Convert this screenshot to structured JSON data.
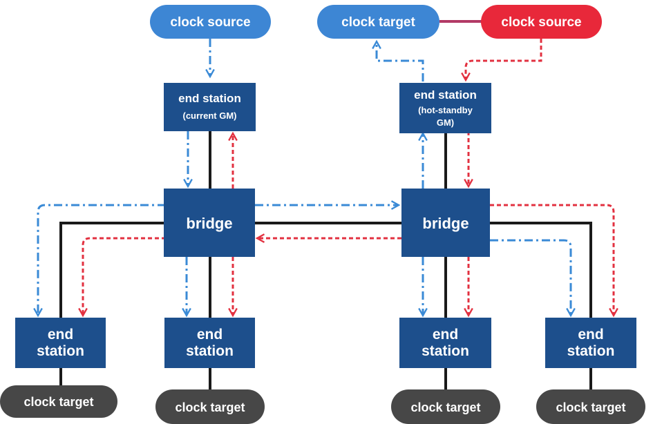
{
  "colors": {
    "box": "#1d4f8c",
    "blue_pill": "#3d86d4",
    "red_pill": "#e8283a",
    "gray_pill": "#474747",
    "blue_arrow": "#3a8ad6",
    "red_arrow": "#e23140",
    "line": "#1a1a1a"
  },
  "clock_sources": [
    {
      "id": "src-left",
      "label": "clock source",
      "color": "blue"
    },
    {
      "id": "src-right",
      "label": "clock source",
      "color": "red"
    }
  ],
  "top_clock_target": {
    "label": "clock target",
    "color": "blue"
  },
  "end_stations_top": [
    {
      "id": "gm-current",
      "title": "end station",
      "subtitle": "(current GM)"
    },
    {
      "id": "gm-standby",
      "title": "end station",
      "subtitle_lines": [
        "(hot-standby",
        "GM)"
      ]
    }
  ],
  "bridges": [
    {
      "id": "bridge-left",
      "label": "bridge"
    },
    {
      "id": "bridge-right",
      "label": "bridge"
    }
  ],
  "end_stations_bottom": [
    {
      "id": "es-1",
      "lines": [
        "end",
        "station"
      ],
      "target": "clock target"
    },
    {
      "id": "es-2",
      "lines": [
        "end",
        "station"
      ],
      "target": "clock target"
    },
    {
      "id": "es-3",
      "lines": [
        "end",
        "station"
      ],
      "target": "clock target"
    },
    {
      "id": "es-4",
      "lines": [
        "end",
        "station"
      ],
      "target": "clock target"
    }
  ]
}
